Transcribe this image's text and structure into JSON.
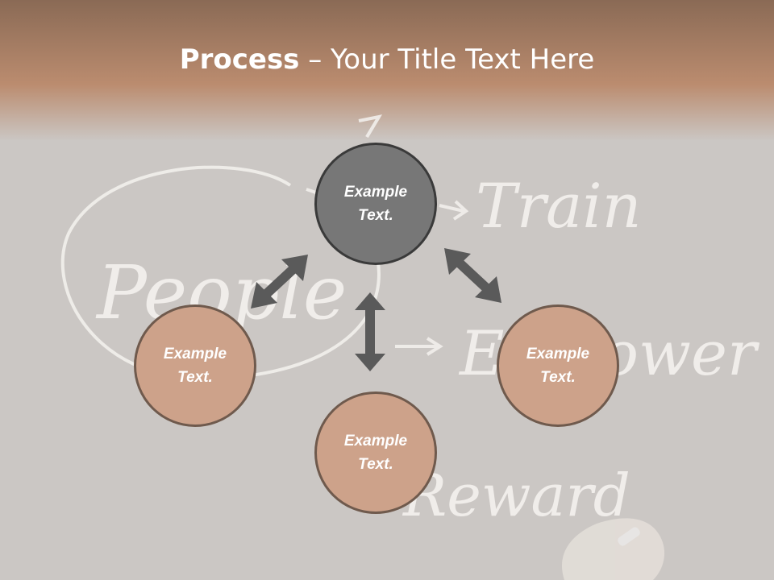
{
  "title": {
    "bold": "Process",
    "rest": " – Your Title Text Here"
  },
  "background": {
    "handwritten_words": [
      "People",
      "Train",
      "Empower",
      "Reward"
    ]
  },
  "nodes": {
    "center": {
      "line1": "Example",
      "line2": "Text."
    },
    "left": {
      "line1": "Example",
      "line2": "Text."
    },
    "right": {
      "line1": "Example",
      "line2": "Text."
    },
    "bottom": {
      "line1": "Example",
      "line2": "Text."
    }
  },
  "colors": {
    "header": "#b98a6d",
    "slide_bg": "#cbc7c4",
    "center_fill": "#777777",
    "outer_fill": "#cda28a",
    "arrow": "#5a5a5a"
  }
}
